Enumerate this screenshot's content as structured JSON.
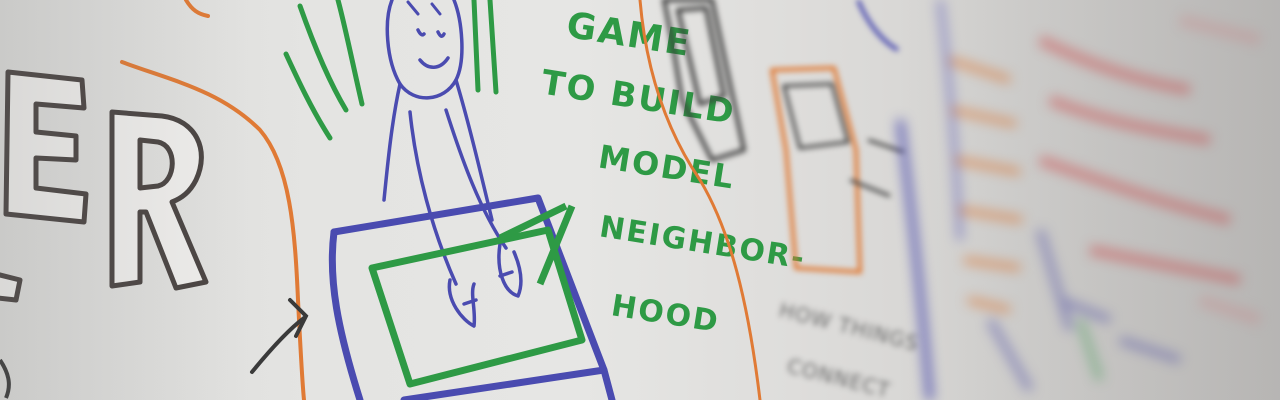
{
  "photo": {
    "subject": "hand-drawn whiteboard sketch",
    "letters_outline": "ER",
    "green_caption_lines": [
      "GAME",
      "TO BUILD",
      "MODEL",
      "NEIGHBOR-",
      "HOOD"
    ],
    "grey_caption_lines": [
      "HOW THINGS",
      "CONNECT"
    ],
    "colors": {
      "paper": "#e4e4e2",
      "marker_green": "#2e9a45",
      "marker_blue": "#4a4bb0",
      "marker_orange": "#e07a35",
      "marker_black": "#3a3a3a",
      "marker_red": "#d55a5a"
    }
  }
}
